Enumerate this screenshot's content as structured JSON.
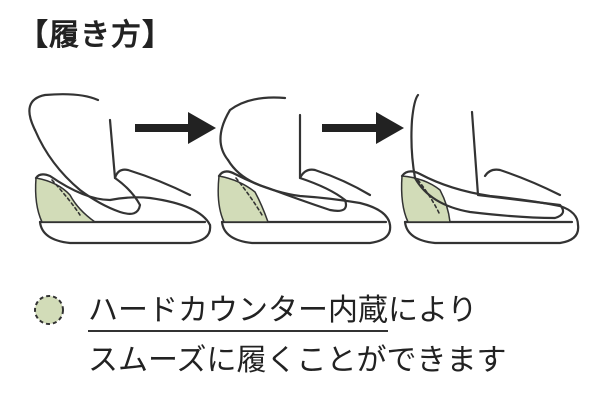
{
  "title": "【履き方】",
  "legend": {
    "highlight_text": "ハードカウンター内蔵",
    "line1_rest": "により",
    "line2": "スムーズに履くことができます"
  },
  "colors": {
    "counter_fill": "#d2dcb8",
    "line": "#333333"
  },
  "icons": [
    "arrow-right-icon",
    "arrow-right-icon",
    "hard-counter-legend-icon"
  ]
}
